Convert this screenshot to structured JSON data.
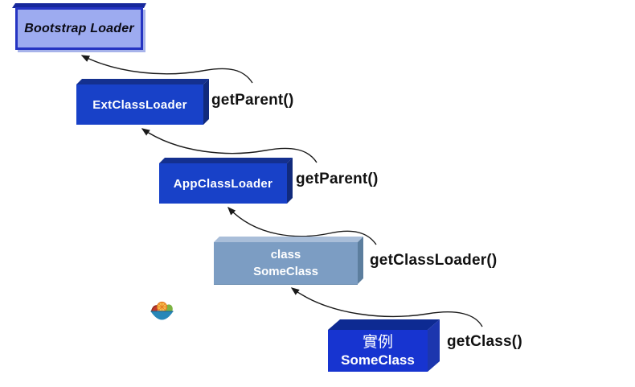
{
  "diagram": {
    "background": "#ffffff",
    "nodes": {
      "bootstrap": {
        "label": "Bootstrap Loader",
        "fill": "#9DABF0",
        "border": "#2534C2"
      },
      "ext": {
        "label": "ExtClassLoader",
        "fill": "#1841C8"
      },
      "app": {
        "label": "AppClassLoader",
        "fill": "#1841C8"
      },
      "someclass": {
        "lines": [
          "class",
          "SomeClass"
        ],
        "fill": "#7C9DC3"
      },
      "instance": {
        "lines": [
          "實例",
          "SomeClass"
        ],
        "fill": "#1734D0"
      }
    },
    "method_labels": [
      {
        "text": "getParent()",
        "from": "ExtClassLoader",
        "to": "Bootstrap Loader"
      },
      {
        "text": "getParent()",
        "from": "AppClassLoader",
        "to": "ExtClassLoader"
      },
      {
        "text": "getClassLoader()",
        "from": "class SomeClass",
        "to": "AppClassLoader"
      },
      {
        "text": "getClass()",
        "from": "實例 SomeClass",
        "to": "class SomeClass"
      }
    ],
    "arrow_color": "#1a1a1a",
    "icon": {
      "name": "fruit-bowl",
      "bowl_color": "#2787B8"
    }
  }
}
